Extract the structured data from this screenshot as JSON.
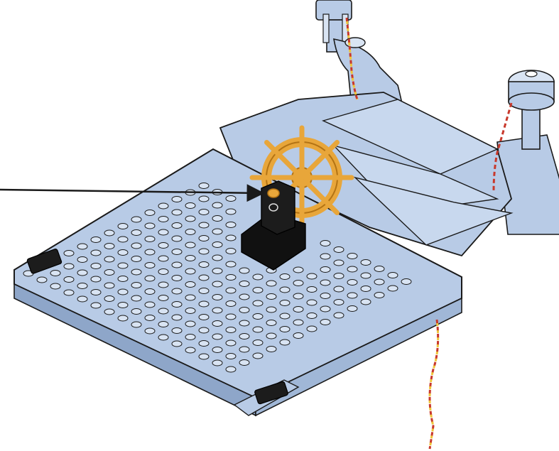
{
  "scene": {
    "kind": "building-instruction-step",
    "colors": {
      "background": "#ffffff",
      "plate": "#b8cbe6",
      "plate_dark": "#8ea6c9",
      "plate_light": "#d9e4f3",
      "outline": "#1a1a1a",
      "wheel": "#e8a63a",
      "wheel_dark": "#b37314",
      "new_part": "#111111",
      "tile_dark": "#1c1c1c",
      "rope_red": "#c8382b",
      "rope_yellow": "#f0c53a"
    },
    "parts": [
      {
        "id": "base-plate",
        "icon": "light-bluish-grey-plate"
      },
      {
        "id": "ship-wheel",
        "icon": "pearl-gold-ship-wheel"
      },
      {
        "id": "wheel-holder",
        "icon": "black-slope-with-technic-pin"
      },
      {
        "id": "mast-left",
        "icon": "grey-mast-with-rope"
      },
      {
        "id": "mast-right",
        "icon": "grey-mast-with-rope"
      },
      {
        "id": "pointer",
        "icon": "arrow-right"
      }
    ]
  }
}
